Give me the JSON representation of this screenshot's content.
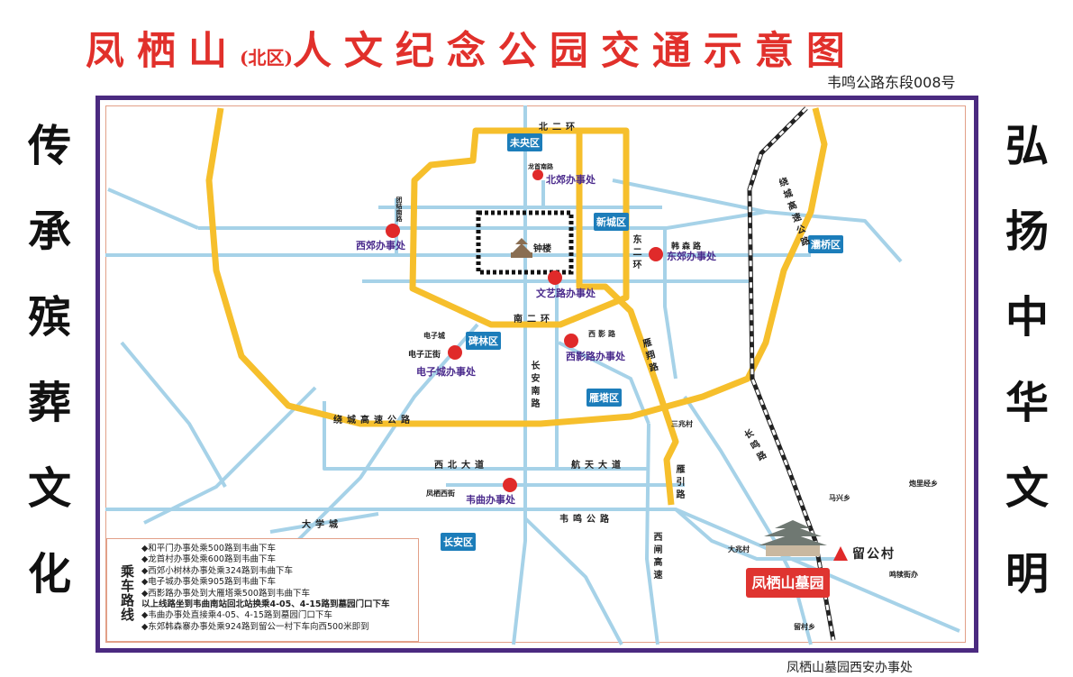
{
  "title": {
    "main": "凤栖山",
    "district": "(北区)",
    "rest": "人文纪念公园交通示意图"
  },
  "address": "韦鸣公路东段008号",
  "left_slogan": [
    "传",
    "承",
    "殡",
    "葬",
    "文",
    "化"
  ],
  "right_slogan": [
    "弘",
    "扬",
    "中",
    "华",
    "文",
    "明"
  ],
  "footer": "凤栖山墓园西安办事处",
  "colors": {
    "title": "#e1302b",
    "frame": "#4b2a80",
    "road": "#a6d2e8",
    "ring": "#f6bf2c",
    "badge": "#1c7dba",
    "office": "#4a2a8c",
    "marker": "#e02a2a"
  },
  "districts": {
    "weiyang": "未央区",
    "xincheng": "新城区",
    "baqiao": "灞桥区",
    "beilin": "碑林区",
    "yanta": "雁塔区",
    "changan": "长安区"
  },
  "offices": {
    "beijiao": "北郊办事处",
    "xijiao": "西郊办事处",
    "dongjiao": "东郊办事处",
    "wenyilu": "文艺路办事处",
    "xiyinglu": "西影路办事处",
    "dianzicheng": "电子城办事处",
    "weiqu": "韦曲办事处"
  },
  "roads": {
    "bei_er_huan": "北二环",
    "longshou": "龙首南路",
    "tuanjie": "团结南路",
    "zhonglou": "钟楼",
    "dong_er_huan": "东二环",
    "hansen": "韩森路",
    "nan_er_huan": "南二环",
    "dianzicheng": "电子城",
    "dianzi_zhengjie": "电子正街",
    "xiyinglu": "西影路",
    "yanxiang": "雁翔路",
    "changan_nanlu": "长安南路",
    "raocheng": "绕城高速公路",
    "raocheng_right": "绕城高速公路",
    "xibei": "西北大道",
    "hangtian": "航天大道",
    "fengqi_xijie": "凤栖西街",
    "daxuecheng": "大学城",
    "weiming": "韦鸣公路",
    "sanzhao": "三兆村",
    "yanyin": "雁引路",
    "changming": "长鸣路",
    "paoli": "炮里经乡",
    "maxing": "马兴乡",
    "dazhao": "大兆村",
    "mingdu": "鸣犊街办",
    "liucun": "留村乡",
    "xizha": "西闸高速"
  },
  "destination": {
    "village": "留公村",
    "cemetery": "凤栖山墓园"
  },
  "legend": {
    "title": "乘车路线",
    "items": [
      "◆和平门办事处乘500路到韦曲下车",
      "◆龙首村办事处乘600路到韦曲下车",
      "◆西郊小树林办事处乘324路到韦曲下车",
      "◆电子城办事处乘905路到韦曲下车",
      "◆西影路办事处到大雁塔乘500路到韦曲下车",
      "以上线路坐到韦曲南站回北站换乘4-05、4-15路到墓园门口下车",
      "◆韦曲办事处直接乘4-05、4-15路到墓园门口下车",
      "◆东郊韩森寨办事处乘924路到留公一村下车向西500米即到"
    ]
  }
}
